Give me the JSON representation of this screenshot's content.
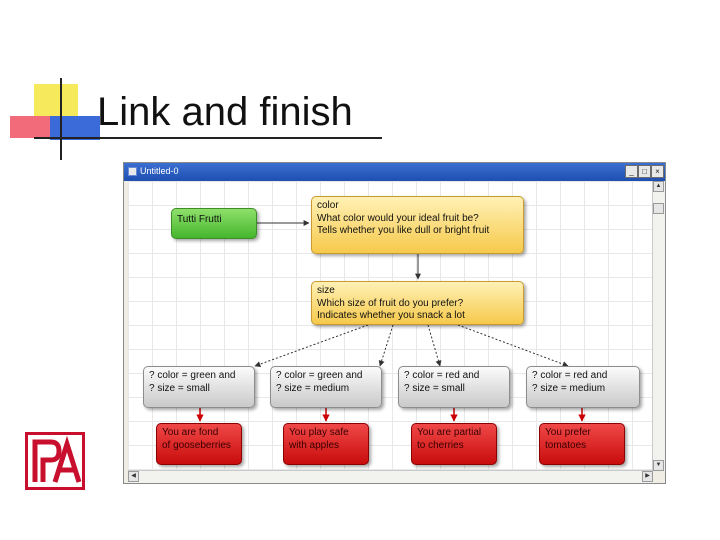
{
  "slide": {
    "title": "Link and finish"
  },
  "window": {
    "title": "Untitled-0",
    "buttons": {
      "minimize": "_",
      "maximize": "□",
      "close": "×"
    }
  },
  "nodes": {
    "start": {
      "label": "Tutti Frutti"
    },
    "color": {
      "lines": [
        "color",
        "What color would your ideal fruit be?",
        "Tells whether you like dull or bright fruit"
      ]
    },
    "size": {
      "lines": [
        "size",
        "Which size of fruit do you prefer?",
        "Indicates whether you snack a lot"
      ]
    },
    "conditions": [
      {
        "lines": [
          "? color = green and",
          "? size = small"
        ]
      },
      {
        "lines": [
          "? color = green and",
          "? size = medium"
        ]
      },
      {
        "lines": [
          "? color = red and",
          "? size = small"
        ]
      },
      {
        "lines": [
          "? color = red and",
          "? size = medium"
        ]
      }
    ],
    "results": [
      {
        "lines": [
          "You are fond",
          "of gooseberries"
        ]
      },
      {
        "lines": [
          "You play safe",
          "with apples"
        ]
      },
      {
        "lines": [
          "You are partial",
          "to cherries"
        ]
      },
      {
        "lines": [
          "You prefer",
          "tomatoes"
        ]
      }
    ]
  },
  "colors": {
    "start": "#45b62d",
    "question": "#f6c94b",
    "condition": "#c9c9c9",
    "result": "#d01010",
    "link": "#333333"
  }
}
